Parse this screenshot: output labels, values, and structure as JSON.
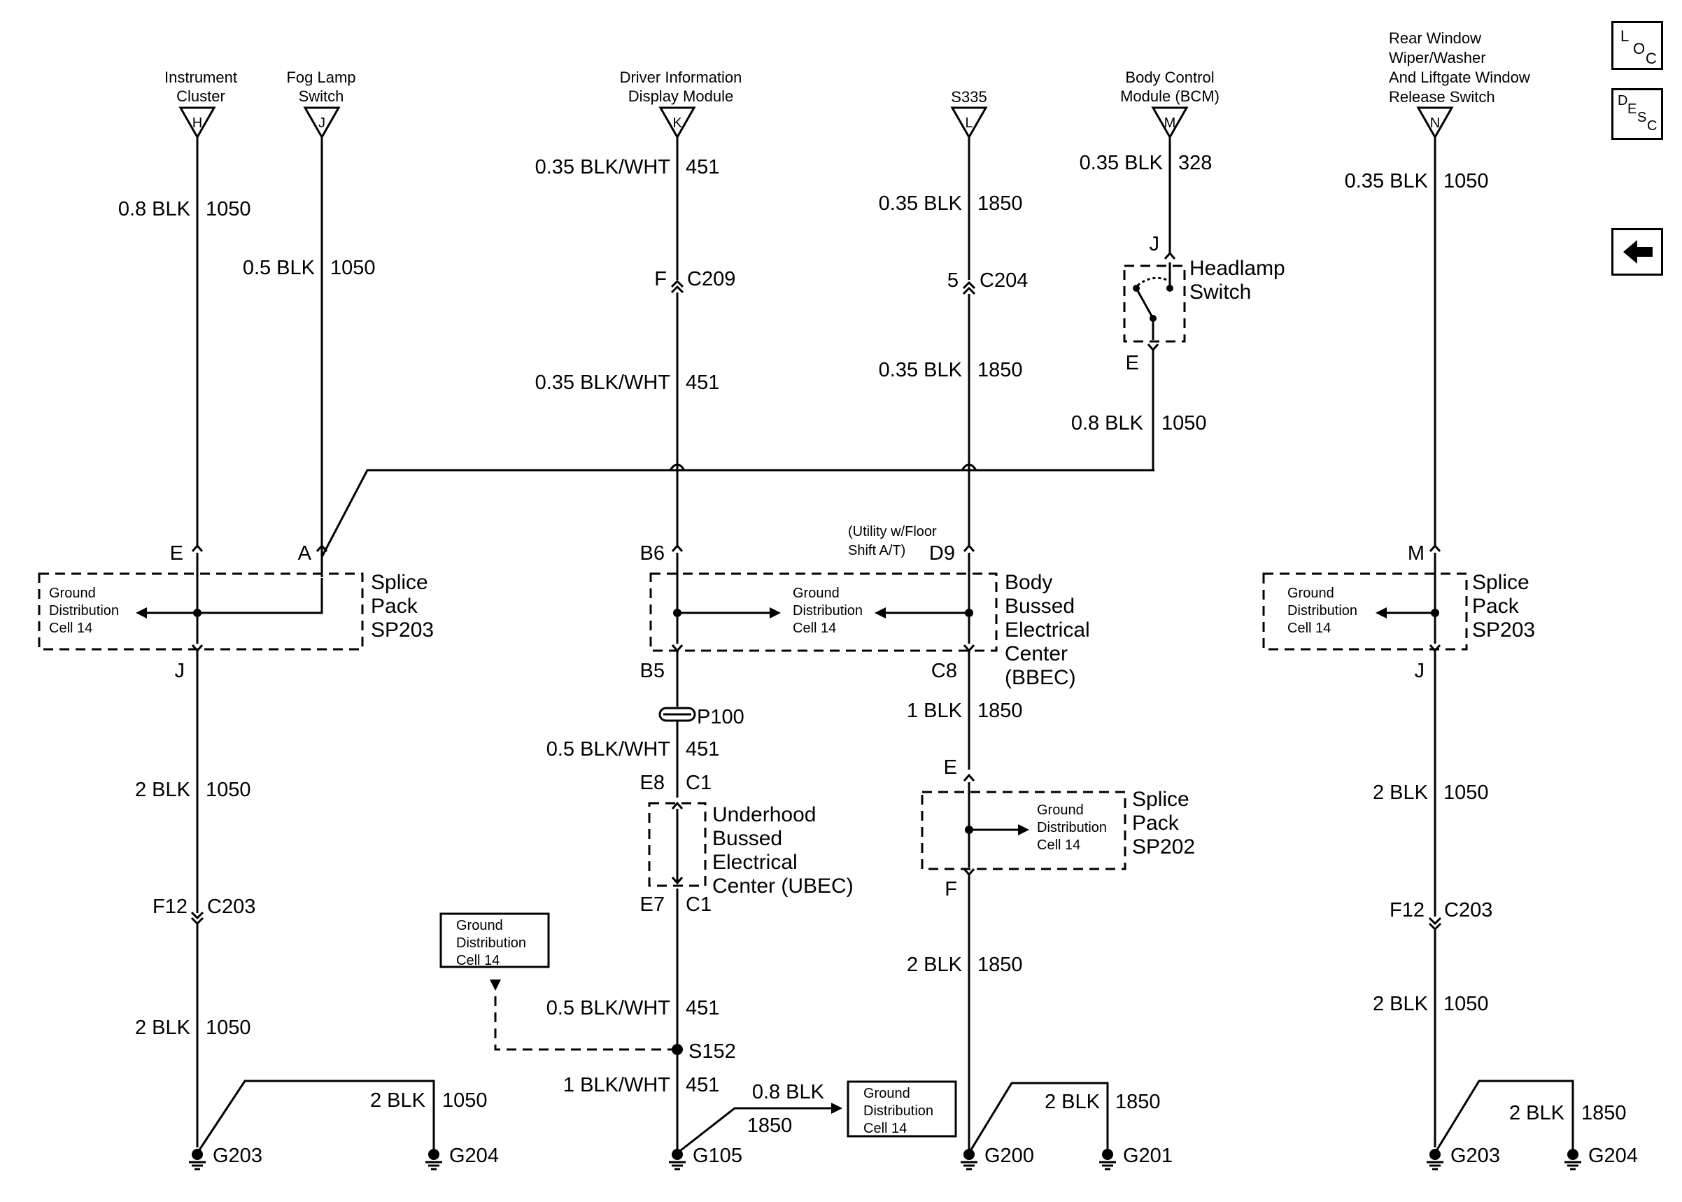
{
  "connectors": {
    "H": {
      "letter": "H",
      "label": [
        "Instrument",
        "Cluster"
      ]
    },
    "J": {
      "letter": "J",
      "label": [
        "Fog Lamp",
        "Switch"
      ]
    },
    "K": {
      "letter": "K",
      "label": [
        "Driver Information",
        "Display Module"
      ]
    },
    "L": {
      "letter": "L",
      "label": [
        "S335"
      ]
    },
    "M": {
      "letter": "M",
      "label": [
        "Body Control",
        "Module (BCM)"
      ]
    },
    "N": {
      "letter": "N",
      "label": [
        "Rear Window",
        "Wiper/Washer",
        "And Liftgate Window",
        "Release Switch"
      ]
    }
  },
  "wires": {
    "h_top": {
      "gauge": "0.8 BLK",
      "circuit": "1050"
    },
    "j_top": {
      "gauge": "0.5 BLK",
      "circuit": "1050"
    },
    "k_top": {
      "gauge": "0.35 BLK/WHT",
      "circuit": "451"
    },
    "k_mid": {
      "gauge": "0.35 BLK/WHT",
      "circuit": "451"
    },
    "l_top": {
      "gauge": "0.35 BLK",
      "circuit": "1850"
    },
    "l_mid": {
      "gauge": "0.35 BLK",
      "circuit": "1850"
    },
    "m_top": {
      "gauge": "0.35 BLK",
      "circuit": "328"
    },
    "m_bot": {
      "gauge": "0.8 BLK",
      "circuit": "1050"
    },
    "n_top": {
      "gauge": "0.35 BLK",
      "circuit": "1050"
    },
    "left_1": {
      "gauge": "2 BLK",
      "circuit": "1050"
    },
    "left_2": {
      "gauge": "2 BLK",
      "circuit": "1050"
    },
    "left_g204": {
      "gauge": "2 BLK",
      "circuit": "1050"
    },
    "mid_1": {
      "gauge": "0.5 BLK/WHT",
      "circuit": "451"
    },
    "mid_2": {
      "gauge": "0.5 BLK/WHT",
      "circuit": "451"
    },
    "mid_3": {
      "gauge": "1 BLK/WHT",
      "circuit": "451"
    },
    "mid_branch": {
      "gauge": "0.8 BLK",
      "circuit": "1850"
    },
    "bbec_1": {
      "gauge": "1 BLK",
      "circuit": "1850"
    },
    "bbec_2": {
      "gauge": "2 BLK",
      "circuit": "1850"
    },
    "bbec_g201": {
      "gauge": "2 BLK",
      "circuit": "1850"
    },
    "right_1": {
      "gauge": "2 BLK",
      "circuit": "1050"
    },
    "right_2": {
      "gauge": "2 BLK",
      "circuit": "1050"
    },
    "right_g204": {
      "gauge": "2 BLK",
      "circuit": "1850"
    }
  },
  "pins": {
    "sp203l_e": "E",
    "sp203l_a": "A",
    "sp203l_j": "J",
    "bbec_b6": "B6",
    "bbec_b5": "B5",
    "bbec_d9": "D9",
    "bbec_c8": "C8",
    "hs_j": "J",
    "hs_e": "E",
    "c209_pin": "F",
    "c204_pin": "5",
    "ubec_e8": "E8",
    "ubec_e7": "E7",
    "sp202_e": "E",
    "sp202_f": "F",
    "sp203r_m": "M",
    "sp203r_j": "J",
    "c203l_pin": "F12",
    "c203r_pin": "F12"
  },
  "inline_connectors": {
    "c209": "C209",
    "c204": "C204",
    "c203_left": "C203",
    "c203_right": "C203",
    "ubec_c1_top": "C1",
    "ubec_c1_bot": "C1"
  },
  "components": {
    "sp203_left": {
      "name": [
        "Splice",
        "Pack",
        "SP203"
      ],
      "ref": [
        "Ground",
        "Distribution",
        "Cell 14"
      ]
    },
    "bbec": {
      "name": [
        "Body",
        "Bussed",
        "Electrical",
        "Center",
        "(BBEC)"
      ],
      "ref": [
        "Ground",
        "Distribution",
        "Cell 14"
      ]
    },
    "sp203_right": {
      "name": [
        "Splice",
        "Pack",
        "SP203"
      ],
      "ref": [
        "Ground",
        "Distribution",
        "Cell 14"
      ]
    },
    "sp202": {
      "name": [
        "Splice",
        "Pack",
        "SP202"
      ],
      "ref": [
        "Ground",
        "Distribution",
        "Cell 14"
      ]
    },
    "ubec": {
      "name": [
        "Underhood",
        "Bussed",
        "Electrical",
        "Center (UBEC)"
      ]
    },
    "headlamp_switch": {
      "name": [
        "Headlamp",
        "Switch"
      ]
    }
  },
  "notes": {
    "d9_note": [
      "(Utility w/Floor",
      "Shift A/T)"
    ]
  },
  "refs": {
    "ref_left": [
      "Ground",
      "Distribution",
      "Cell 14"
    ],
    "ref_right": [
      "Ground",
      "Distribution",
      "Cell 14"
    ]
  },
  "splices": {
    "p100": "P100",
    "s152": "S152"
  },
  "grounds": {
    "g203_left": "G203",
    "g204_left": "G204",
    "g105": "G105",
    "g200": "G200",
    "g201": "G201",
    "g203_right": "G203",
    "g204_right": "G204"
  },
  "nav": {
    "loc": [
      "L",
      "O",
      "C"
    ],
    "desc": [
      "D",
      "E",
      "S",
      "C"
    ],
    "back_icon": "left-arrow-icon"
  }
}
